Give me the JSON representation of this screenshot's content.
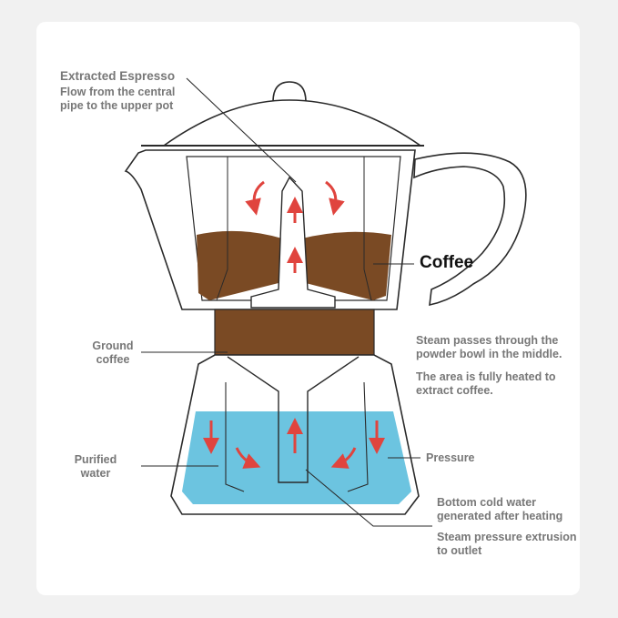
{
  "labels": {
    "extracted_espresso": "Extracted Espresso",
    "extracted_espresso_desc": "Flow from the central pipe to the upper pot",
    "coffee": "Coffee",
    "ground_coffee": "Ground coffee",
    "purified_water": "Purified water",
    "steam_passes": "Steam passes through the powder bowl in the middle.",
    "area_heated": "The area is fully heated to extract coffee.",
    "pressure": "Pressure",
    "bottom_cold_water": "Bottom cold water generated after heating",
    "steam_extrusion": "Steam pressure extrusion to outlet"
  },
  "colors": {
    "coffee": "#7a4a24",
    "water": "#6cc4e0",
    "arrow": "#e0443e",
    "outline": "#2a2a2a",
    "label": "#777777"
  }
}
